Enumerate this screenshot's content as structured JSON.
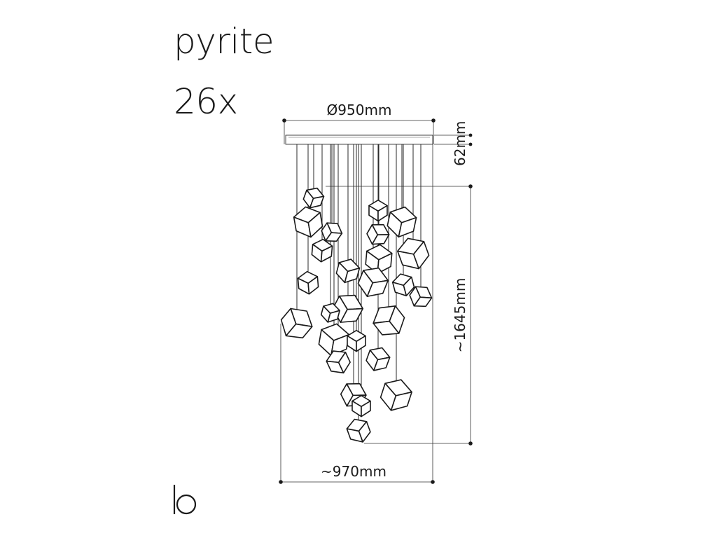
{
  "product": {
    "name": "pyrite",
    "count": "26x"
  },
  "dimensions": {
    "diameter": "Ø950mm",
    "canopy_height": "62mm",
    "drop_height": "~1645mm",
    "total_width": "~970mm"
  },
  "colors": {
    "line": "#1a1a1a",
    "background": "#ffffff"
  },
  "icons": {
    "brand": "brand-logo-icon"
  }
}
